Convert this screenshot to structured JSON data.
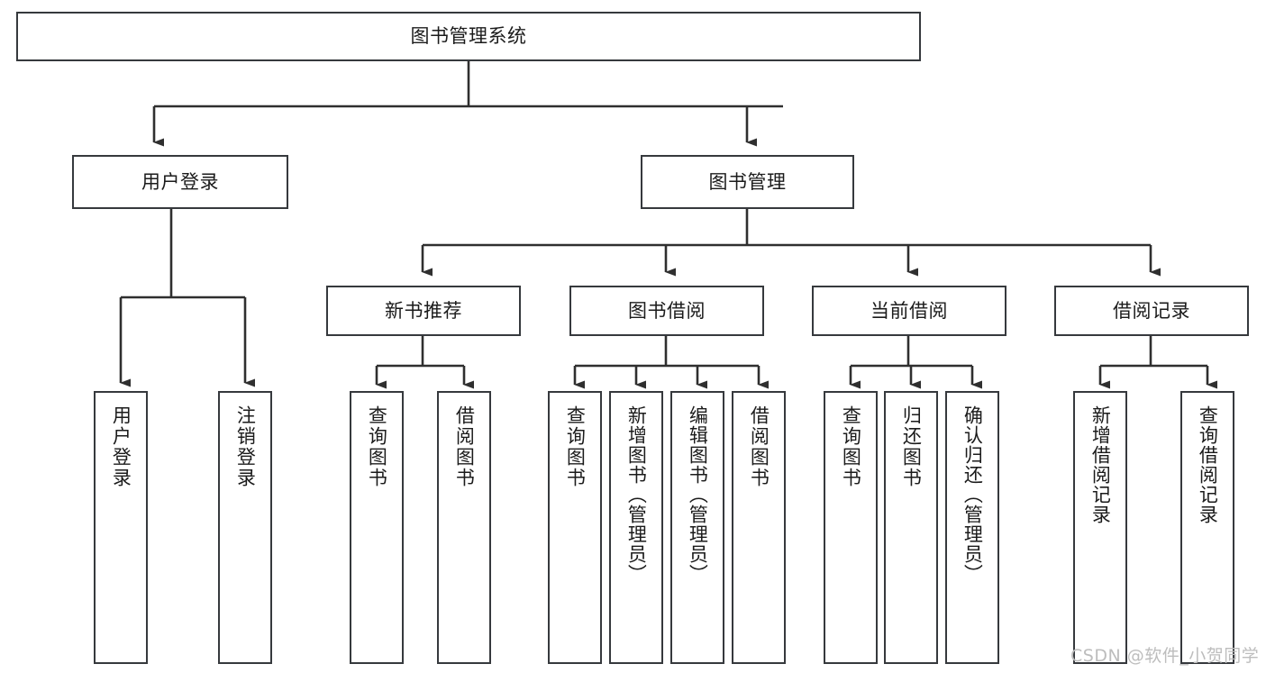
{
  "diagram": {
    "type": "tree-hierarchy",
    "title": "图书管理系统",
    "watermark": "CSDN @软件_小贺同学",
    "colors": {
      "box_border": "#36393d",
      "box_fill": "#ffffff",
      "connector": "#2f2f2f",
      "text": "#1b1b1b",
      "watermark": "#bdbdbd",
      "background": "#ffffff"
    },
    "levels": [
      {
        "level": 1,
        "nodes": [
          {
            "id": "root",
            "label": "图书管理系统",
            "orientation": "horizontal"
          }
        ]
      },
      {
        "level": 2,
        "nodes": [
          {
            "id": "user-login",
            "label": "用户登录",
            "orientation": "horizontal",
            "parent": "root"
          },
          {
            "id": "book-manage",
            "label": "图书管理",
            "orientation": "horizontal",
            "parent": "root"
          }
        ]
      },
      {
        "level": 3,
        "nodes": [
          {
            "id": "new-book-rec",
            "label": "新书推荐",
            "orientation": "horizontal",
            "parent": "book-manage"
          },
          {
            "id": "book-borrow",
            "label": "图书借阅",
            "orientation": "horizontal",
            "parent": "book-manage"
          },
          {
            "id": "current-borrow",
            "label": "当前借阅",
            "orientation": "horizontal",
            "parent": "book-manage"
          },
          {
            "id": "borrow-record",
            "label": "借阅记录",
            "orientation": "horizontal",
            "parent": "book-manage"
          }
        ]
      },
      {
        "level": 4,
        "nodes": [
          {
            "id": "leaf-user-login",
            "label": "用户登录",
            "orientation": "vertical",
            "parent": "user-login"
          },
          {
            "id": "leaf-logout",
            "label": "注销登录",
            "orientation": "vertical",
            "parent": "user-login"
          },
          {
            "id": "leaf-query-book-1",
            "label": "查询图书",
            "orientation": "vertical",
            "parent": "new-book-rec"
          },
          {
            "id": "leaf-borrow-book-1",
            "label": "借阅图书",
            "orientation": "vertical",
            "parent": "new-book-rec"
          },
          {
            "id": "leaf-query-book-2",
            "label": "查询图书",
            "orientation": "vertical",
            "parent": "book-borrow"
          },
          {
            "id": "leaf-add-book",
            "label": "新增图书（管理员）",
            "orientation": "vertical",
            "parent": "book-borrow"
          },
          {
            "id": "leaf-edit-book",
            "label": "编辑图书（管理员）",
            "orientation": "vertical",
            "parent": "book-borrow"
          },
          {
            "id": "leaf-borrow-book-2",
            "label": "借阅图书",
            "orientation": "vertical",
            "parent": "book-borrow"
          },
          {
            "id": "leaf-query-book-3",
            "label": "查询图书",
            "orientation": "vertical",
            "parent": "current-borrow"
          },
          {
            "id": "leaf-return-book",
            "label": "归还图书",
            "orientation": "vertical",
            "parent": "current-borrow"
          },
          {
            "id": "leaf-confirm-return",
            "label": "确认归还（管理员）",
            "orientation": "vertical",
            "parent": "current-borrow"
          },
          {
            "id": "leaf-add-record",
            "label": "新增借阅记录",
            "orientation": "vertical",
            "parent": "borrow-record"
          },
          {
            "id": "leaf-query-record",
            "label": "查询借阅记录",
            "orientation": "vertical",
            "parent": "borrow-record"
          }
        ]
      }
    ]
  }
}
